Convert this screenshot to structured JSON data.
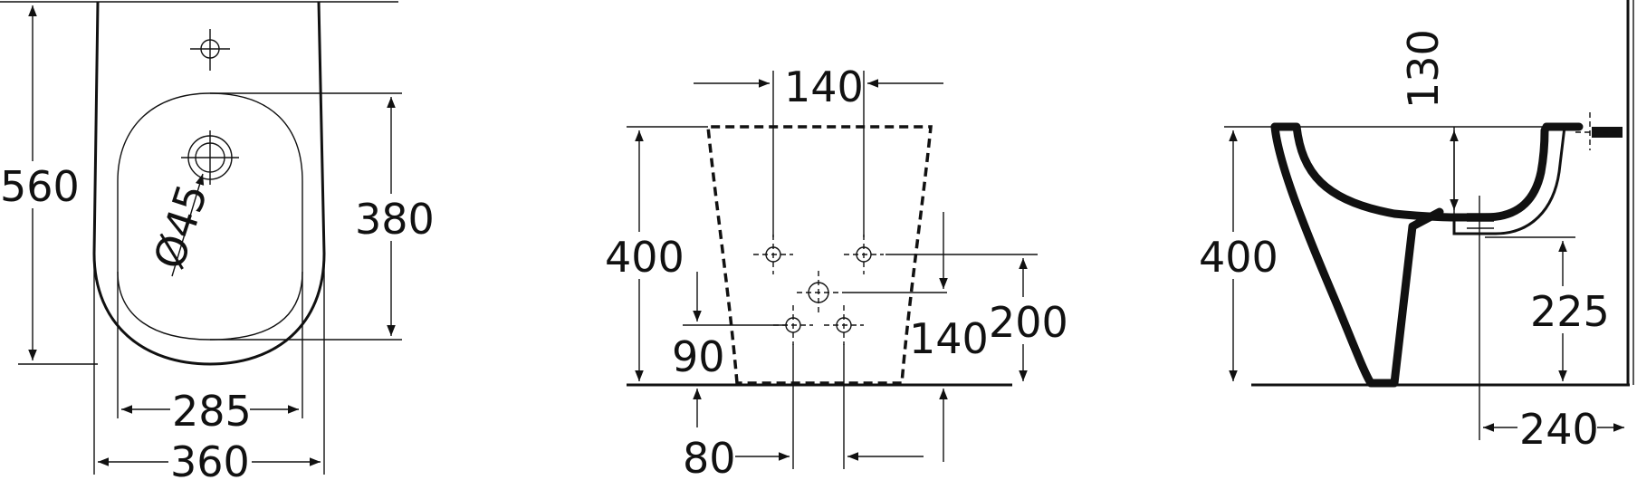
{
  "front_view": {
    "height": "560",
    "basin_depth": "380",
    "tap_hole": "Ø45",
    "basin_width": "285",
    "overall_width": "360"
  },
  "rear_view": {
    "hole_spacing_top": "140",
    "height": "400",
    "offset_90": "90",
    "offset_140": "140",
    "offset_200": "200",
    "hole_spacing_bottom": "80"
  },
  "side_view": {
    "rim_to_outlet": "130",
    "height": "400",
    "outlet_height": "225",
    "outlet_depth": "240"
  }
}
